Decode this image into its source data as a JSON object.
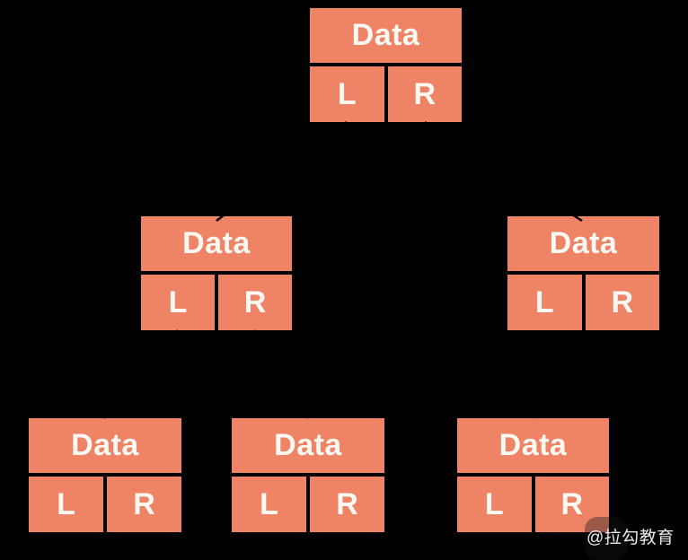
{
  "diagram": {
    "type": "binary-tree-node-structure",
    "nodes": [
      {
        "id": "root",
        "label": "Data",
        "left": "L",
        "right": "R"
      },
      {
        "id": "mid-left",
        "label": "Data",
        "left": "L",
        "right": "R"
      },
      {
        "id": "mid-right",
        "label": "Data",
        "left": "L",
        "right": "R"
      },
      {
        "id": "bottom-left",
        "label": "Data",
        "left": "L",
        "right": "R"
      },
      {
        "id": "bottom-mid",
        "label": "Data",
        "left": "L",
        "right": "R"
      },
      {
        "id": "bottom-right",
        "label": "Data",
        "left": "L",
        "right": "R"
      }
    ],
    "edges": [
      {
        "from": "root.L",
        "to": "mid-left"
      },
      {
        "from": "root.R",
        "to": "mid-right"
      },
      {
        "from": "mid-left.L",
        "to": "bottom-left"
      },
      {
        "from": "mid-left.R",
        "to": "bottom-mid"
      },
      {
        "from": "mid-right.L",
        "to": "bottom-right"
      }
    ],
    "colors": {
      "background": "#000000",
      "node_fill": "#ee8366",
      "node_text": "#fdf8f1",
      "edge": "#000000",
      "watermark_text": "#e9e9e9"
    }
  },
  "watermark": {
    "text": "@拉勾教育"
  }
}
